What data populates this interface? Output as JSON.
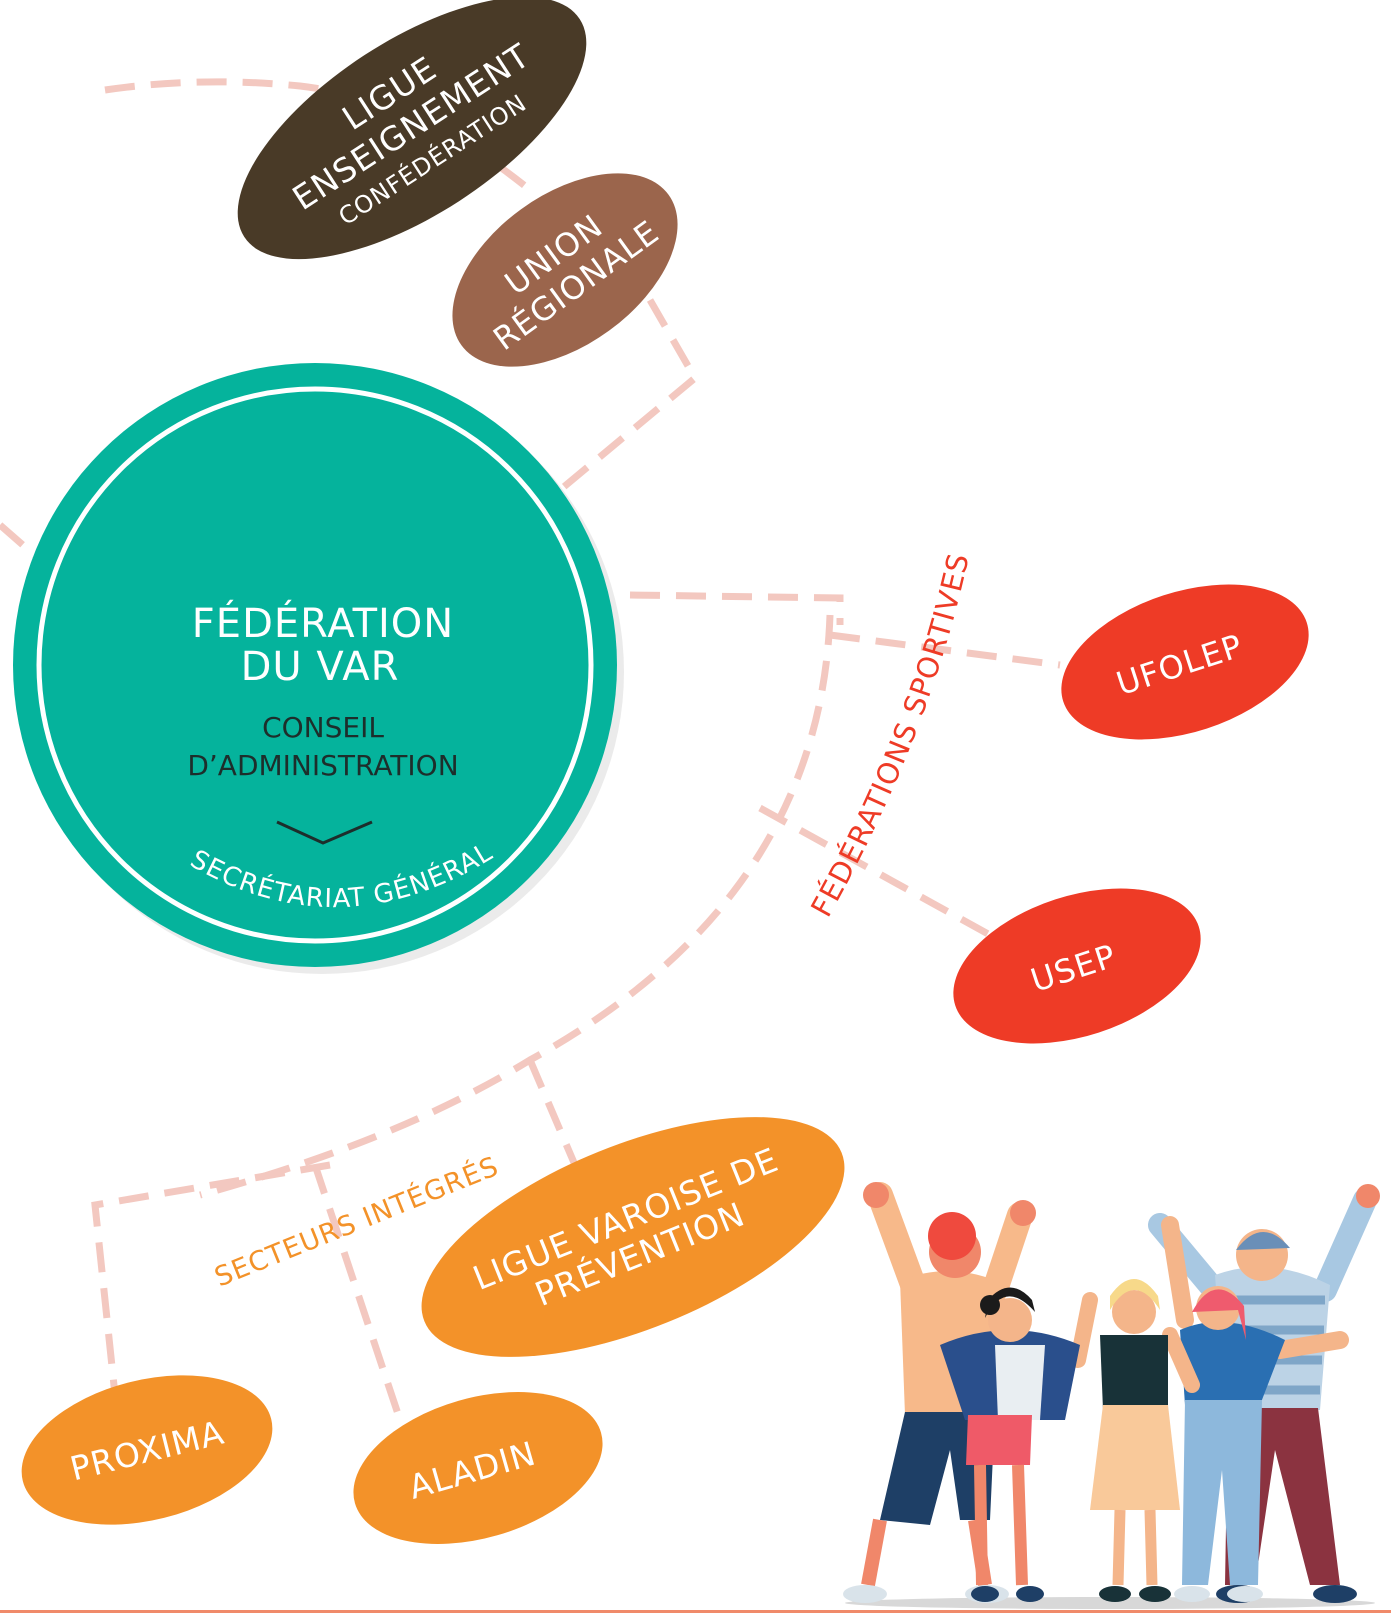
{
  "colors": {
    "connector": "#f3c8c0",
    "teal": "#05b39c",
    "dark_brown": "#493a27",
    "brown": "#9b654c",
    "red": "#ee3b26",
    "orange": "#f39229",
    "white": "#ffffff",
    "label_red": "#ee3b26",
    "label_orange": "#f39229",
    "bottom_rule": "#f08a6a"
  },
  "nodes": {
    "ligue": {
      "line1": "LIGUE",
      "line2": "ENSEIGNEMENT",
      "line3": "CONFÉDÉRATION"
    },
    "union": {
      "line1": "UNION",
      "line2": "RÉGIONALE"
    },
    "federation": {
      "title1": "FÉDÉRATION",
      "title2": "DU VAR",
      "sub1": "CONSEIL",
      "sub2": "D’ADMINISTRATION",
      "arc": "SECRÉTARIAT GÉNÉRAL"
    },
    "ufolep": {
      "label": "UFOLEP"
    },
    "usep": {
      "label": "USEP"
    },
    "ligue_varoise": {
      "line1": "LIGUE VAROISE DE",
      "line2": "PRÉVENTION"
    },
    "proxima": {
      "label": "PROXIMA"
    },
    "aladin": {
      "label": "ALADIN"
    }
  },
  "group_labels": {
    "federations_sportives": "FÉDÉRATIONS SPORTIVES",
    "secteurs_integres": "SECTEURS INTÉGRÉS"
  },
  "illustration": {
    "icon": "group-of-cheering-people-icon"
  }
}
